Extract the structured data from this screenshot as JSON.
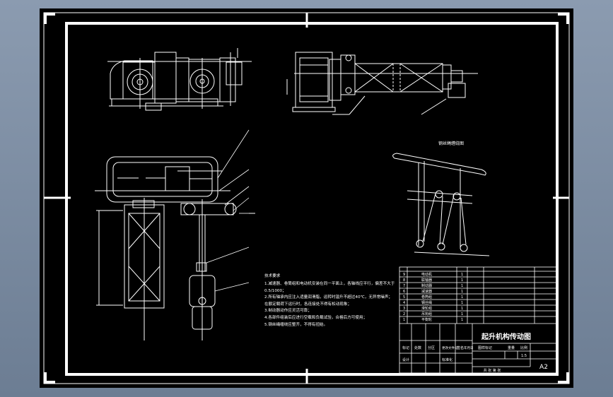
{
  "drawing": {
    "main_title": "起升机构传动图",
    "sheet_size": "A2",
    "scale_value": "1:5",
    "title_block_headers": [
      "图样标记",
      "重量",
      "比例"
    ],
    "title_block_bottom": "共  张 第  张",
    "title_block_left": [
      "标记",
      "处数",
      "分区",
      "更改文件号",
      "签名",
      "年月日"
    ],
    "title_block_roles": [
      "设计",
      "标准化"
    ],
    "section_title": "钢丝绳缠绕图",
    "tech_notes_title": "技术要求",
    "tech_notes": [
      "1.减速器、卷筒组和电动机安装在同一平面上，各轴线应平行，偏差不大于",
      "  0.5/1000；",
      "2.所有轴承内应注入适量润滑脂，运转时温升不超过40℃，无异常噪声；",
      "  在额定载荷下运行时，各连接处不得有松动现象；",
      "3.制动器动作应灵活可靠；",
      "4.各部件组装后应进行空载和负载试验，合格后方可使用；",
      "5.钢丝绳缠绕应整齐，不得有扭结。"
    ],
    "parts_list": [
      {
        "no": "9",
        "name": "电动机",
        "qty": "1"
      },
      {
        "no": "8",
        "name": "联轴器",
        "qty": "1"
      },
      {
        "no": "7",
        "name": "制动器",
        "qty": "1"
      },
      {
        "no": "6",
        "name": "减速器",
        "qty": "1"
      },
      {
        "no": "5",
        "name": "卷筒组",
        "qty": "1"
      },
      {
        "no": "4",
        "name": "钢丝绳",
        "qty": "1"
      },
      {
        "no": "3",
        "name": "滑轮组",
        "qty": "1"
      },
      {
        "no": "2",
        "name": "吊钩组",
        "qty": "1"
      },
      {
        "no": "1",
        "name": "平衡轮",
        "qty": "1"
      }
    ]
  },
  "colors": {
    "paper": "#000000",
    "line": "#ffffff",
    "app_background": "#7b8ba0"
  }
}
